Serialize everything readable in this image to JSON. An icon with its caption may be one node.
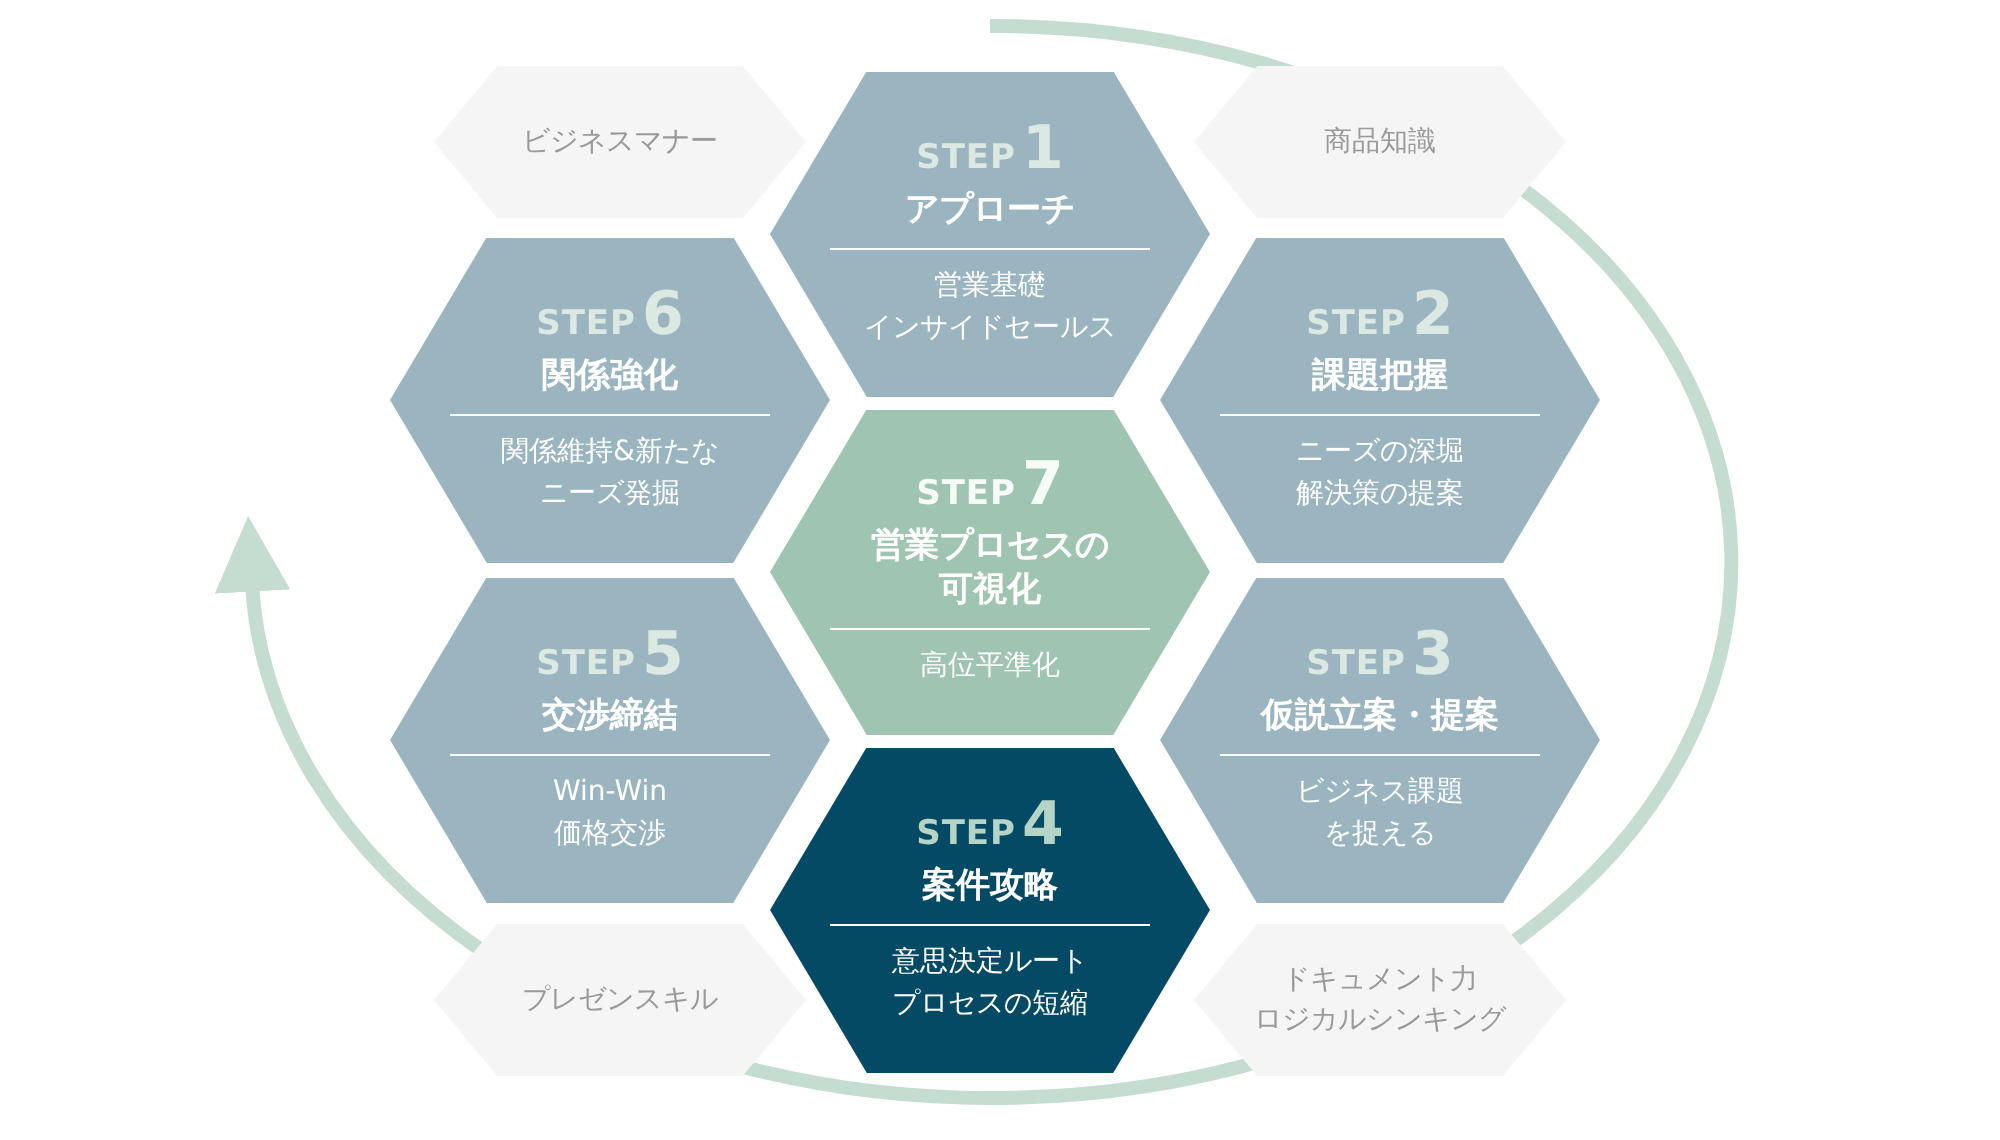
{
  "diagram": {
    "nodes": [
      {
        "text": [
          "ビジネスマナー"
        ]
      },
      {
        "text": [
          "STEP",
          "1",
          "アプローチ",
          "営業基礎",
          "インサイドセールス"
        ]
      },
      {
        "text": [
          "商品知識"
        ]
      },
      {
        "text": [
          "STEP",
          "6",
          "関係強化",
          "関係維持&新たなニーズ発掘"
        ]
      },
      {
        "text": [
          "STEP",
          "2",
          "課題把握",
          "ニーズの深堀",
          "解決策の提案"
        ]
      },
      {
        "text": [
          "STEP",
          "7",
          "営業プロセスの可視化",
          "高位平準化"
        ]
      },
      {
        "text": [
          "STEP",
          "5",
          "交渉締結",
          "Win-Win",
          "価格交渉"
        ]
      },
      {
        "text": [
          "STEP",
          "3",
          "仮説立案・提案",
          "ビジネス課題を捉える"
        ]
      },
      {
        "text": [
          "STEP",
          "4",
          "案件攻略",
          "意思決定ルートプロセスの短縮"
        ]
      },
      {
        "text": [
          "プレゼンスキル"
        ]
      },
      {
        "text": [
          "ドキュメント力",
          "ロジカルシンキング"
        ]
      }
    ]
  }
}
